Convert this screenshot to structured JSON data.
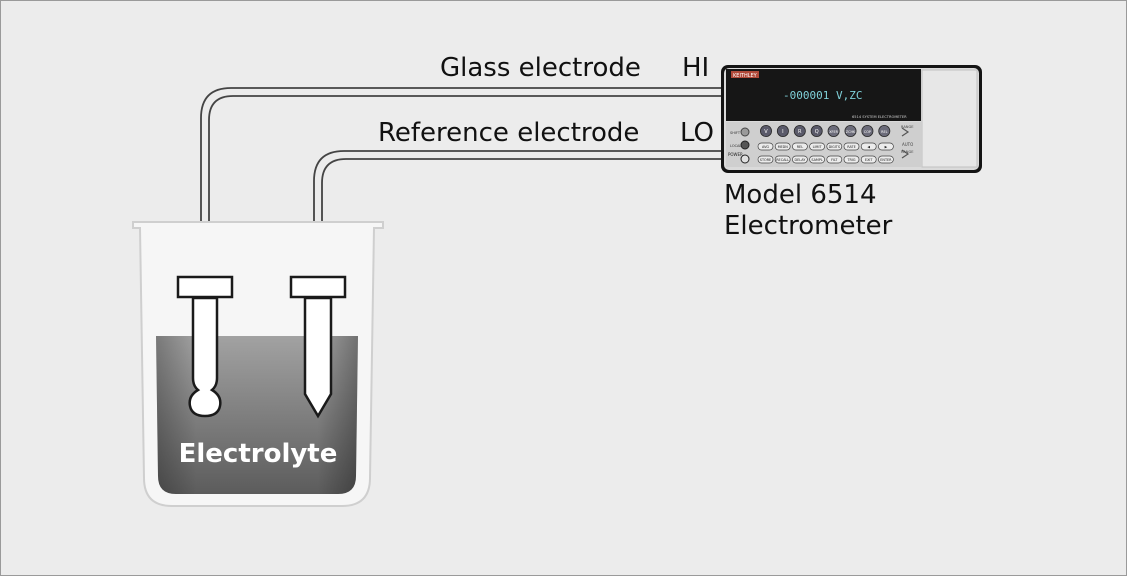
{
  "labels": {
    "glass": "Glass electrode",
    "hi": "HI",
    "reference": "Reference electrode",
    "lo": "LO",
    "model_line1": "Model 6514",
    "model_line2": "Electrometer",
    "electrolyte": "Electrolyte"
  },
  "meter": {
    "brand": "KEITHLEY",
    "display": "-000001 V,ZC",
    "model_caption": "6514 SYSTEM ELECTROMETER",
    "buttons_row1": [
      "V",
      "I",
      "R",
      "Q",
      "XFER",
      "ZCHK",
      "COP",
      "REL"
    ],
    "buttons_row2": [
      "AVG",
      "MEDN",
      "REL",
      "LIMIT",
      "DIGITS",
      "RATE",
      "◀",
      "▶"
    ],
    "buttons_row3": [
      "STORE",
      "RECALL",
      "DELAY",
      "SAMPL",
      "FILT",
      "TRIG",
      "EXIT",
      "ENTER"
    ],
    "side_labels": [
      "RANGE",
      "AUTO",
      "RANGE"
    ],
    "left_labels": [
      "SHIFT",
      "LOCAL",
      "POWER"
    ]
  },
  "colors": {
    "background": "#ececec",
    "wire": "#444444",
    "electrolyte_top": "#9e9e9e",
    "electrolyte_bottom": "#5a5a5a",
    "meter_body": "#dcdcdc",
    "display_bg": "#141414",
    "display_text": "#7fd0d8"
  }
}
